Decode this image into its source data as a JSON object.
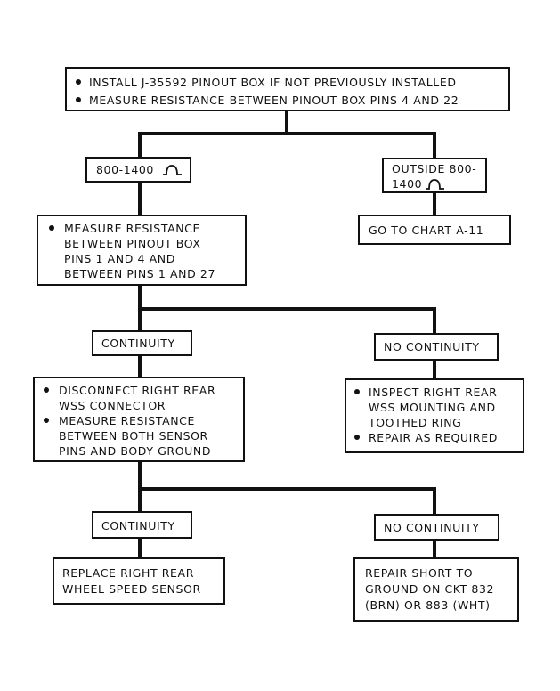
{
  "flowchart": {
    "start": {
      "lines": [
        "INSTALL J-35592 PINOUT BOX IF NOT PREVIOUSLY INSTALLED",
        "MEASURE RESISTANCE BETWEEN PINOUT BOX PINS 4 AND 22"
      ]
    },
    "range_in": {
      "lines": [
        "800-1400"
      ]
    },
    "range_out": {
      "lines": [
        "OUTSIDE 800-",
        "1400"
      ]
    },
    "chart_a11": {
      "lines": [
        "GO TO CHART A-11"
      ]
    },
    "measure_pins": {
      "lines": [
        "MEASURE RESISTANCE",
        "BETWEEN PINOUT BOX",
        "PINS 1 AND 4 AND",
        "BETWEEN PINS 1 AND 27"
      ]
    },
    "continuity_1": {
      "lines": [
        "CONTINUITY"
      ]
    },
    "no_continuity_1": {
      "lines": [
        "NO CONTINUITY"
      ]
    },
    "disconnect": {
      "bullet_a": [
        "DISCONNECT RIGHT REAR",
        "WSS CONNECTOR"
      ],
      "bullet_b": [
        "MEASURE RESISTANCE",
        "BETWEEN BOTH SENSOR",
        "PINS AND BODY GROUND"
      ]
    },
    "inspect": {
      "bullet_a": [
        "INSPECT RIGHT REAR",
        "WSS MOUNTING AND",
        "TOOTHED RING"
      ],
      "bullet_b": [
        "REPAIR AS REQUIRED"
      ]
    },
    "continuity_2": {
      "lines": [
        "CONTINUITY"
      ]
    },
    "no_continuity_2": {
      "lines": [
        "NO CONTINUITY"
      ]
    },
    "replace": {
      "lines": [
        "REPLACE RIGHT REAR",
        "WHEEL SPEED SENSOR"
      ]
    },
    "repair_short": {
      "lines": [
        "REPAIR SHORT TO",
        "GROUND ON CKT 832",
        "(BRN) OR 883 (WHT)"
      ]
    }
  }
}
